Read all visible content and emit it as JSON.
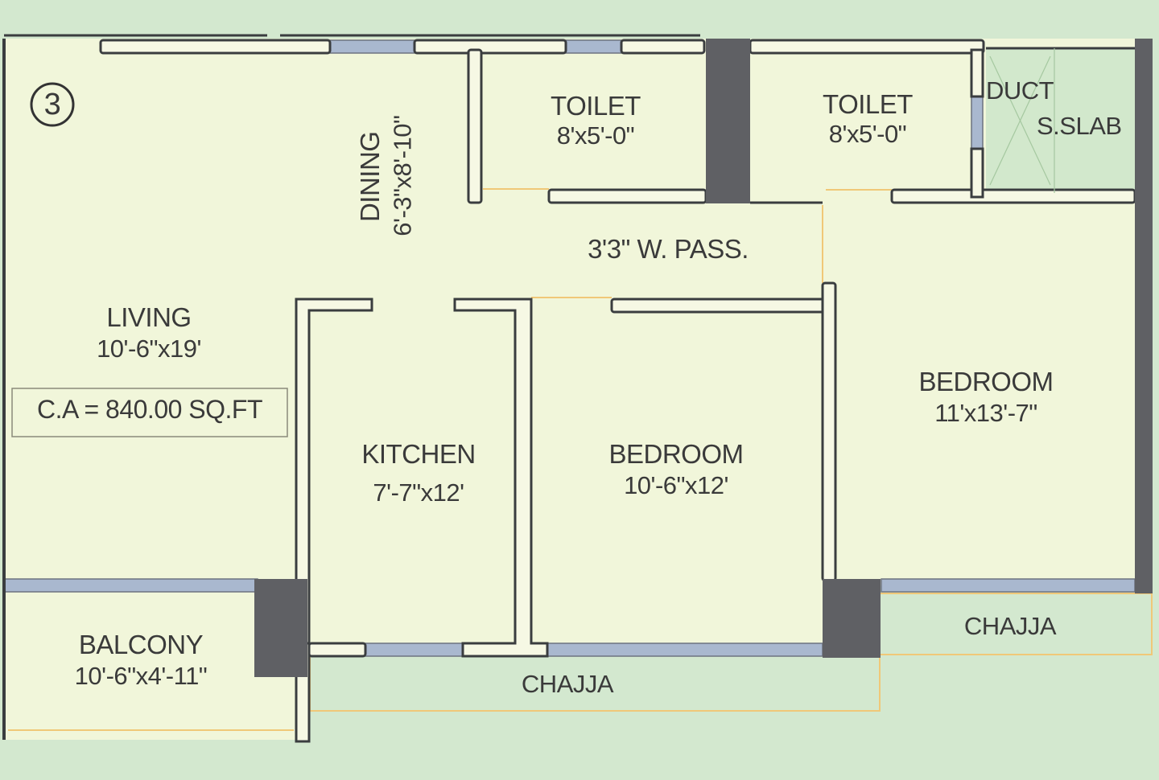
{
  "plan": {
    "unit_number": "3",
    "carpet_area": "C.A = 840.00 SQ.FT",
    "colors": {
      "background": "#d3e8cf",
      "room_fill": "#f1f6da",
      "wall": "#3a3d3f",
      "column": "#5f6064",
      "window": "#a9b8cf",
      "chajja_fill": "#d3e8cf",
      "duct_fill": "#d2e8cc",
      "door_line": "#f0c878",
      "text": "#3a3a3a"
    },
    "rooms": [
      {
        "id": "living",
        "name": "LIVING",
        "dims": "10'-6\"x19'"
      },
      {
        "id": "dining",
        "name": "DINING",
        "dims": "6'-3\"x8'-10\""
      },
      {
        "id": "toilet-1",
        "name": "TOILET",
        "dims": "8'x5'-0\""
      },
      {
        "id": "toilet-2",
        "name": "TOILET",
        "dims": "8'x5'-0\""
      },
      {
        "id": "passage",
        "name": "3'3\" W. PASS.",
        "dims": ""
      },
      {
        "id": "kitchen",
        "name": "KITCHEN",
        "dims": "7'-7\"x12'"
      },
      {
        "id": "bedroom-1",
        "name": "BEDROOM",
        "dims": "10'-6\"x12'"
      },
      {
        "id": "bedroom-2",
        "name": "BEDROOM",
        "dims": "11'x13'-7\""
      },
      {
        "id": "balcony",
        "name": "BALCONY",
        "dims": "10'-6\"x4'-11\""
      },
      {
        "id": "duct",
        "name": "DUCT",
        "dims": ""
      },
      {
        "id": "sslab",
        "name": "S.SLAB",
        "dims": ""
      },
      {
        "id": "chajja-1",
        "name": "CHAJJA",
        "dims": ""
      },
      {
        "id": "chajja-2",
        "name": "CHAJJA",
        "dims": ""
      }
    ]
  }
}
